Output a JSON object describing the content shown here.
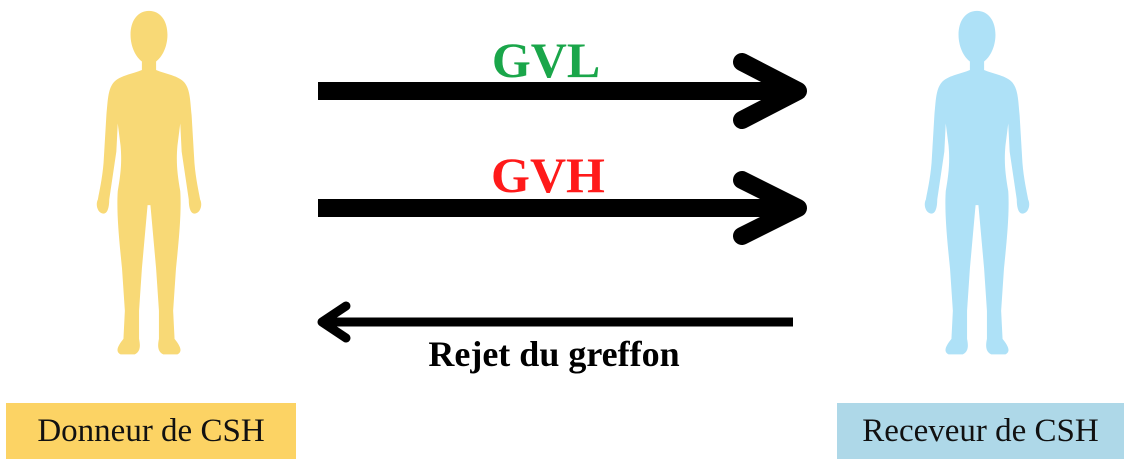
{
  "arrows": {
    "gvl_label": "GVL",
    "gvh_label": "GVH",
    "rejection_label": "Rejet du greffon"
  },
  "donor": {
    "label": "Donneur de CSH",
    "figure_color": "#f8d976",
    "box_color": "#fcd364"
  },
  "recipient": {
    "label": "Receveur de CSH",
    "figure_color": "#aee1f7",
    "box_color": "#aed8e8"
  },
  "colors": {
    "gvl": "#1aa64a",
    "gvh": "#ff1a1a",
    "arrow": "#000000"
  }
}
